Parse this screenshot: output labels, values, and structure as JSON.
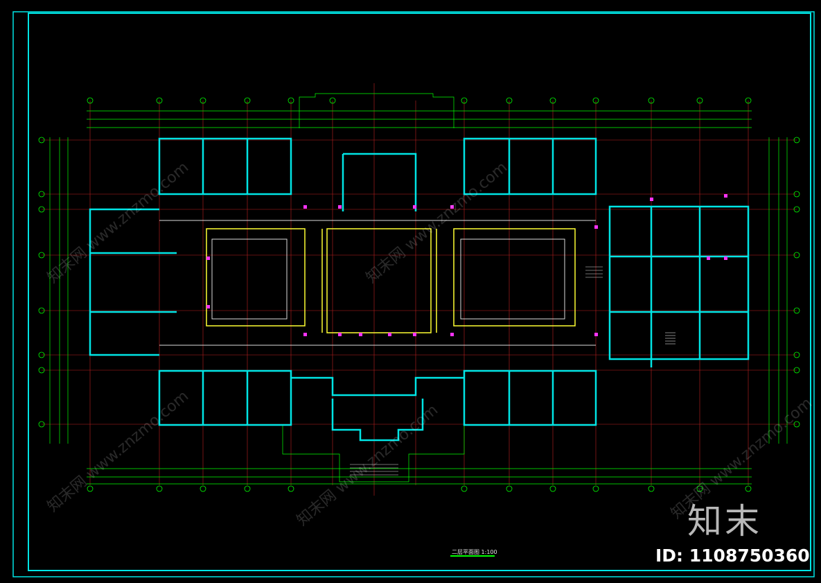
{
  "drawing": {
    "caption": "二层平面图 1:100",
    "brand": "知末",
    "id_label": "ID: 1108750360",
    "watermark": "知末网 www.znzmo.com",
    "colors": {
      "background": "#000000",
      "frame": "#00e5e5",
      "walls": "#00e5e5",
      "dimensions": "#00ff00",
      "axes": "#ff3333",
      "windows": "#ffff00",
      "columns": "#ff00ff",
      "text": "#ffffff"
    }
  }
}
